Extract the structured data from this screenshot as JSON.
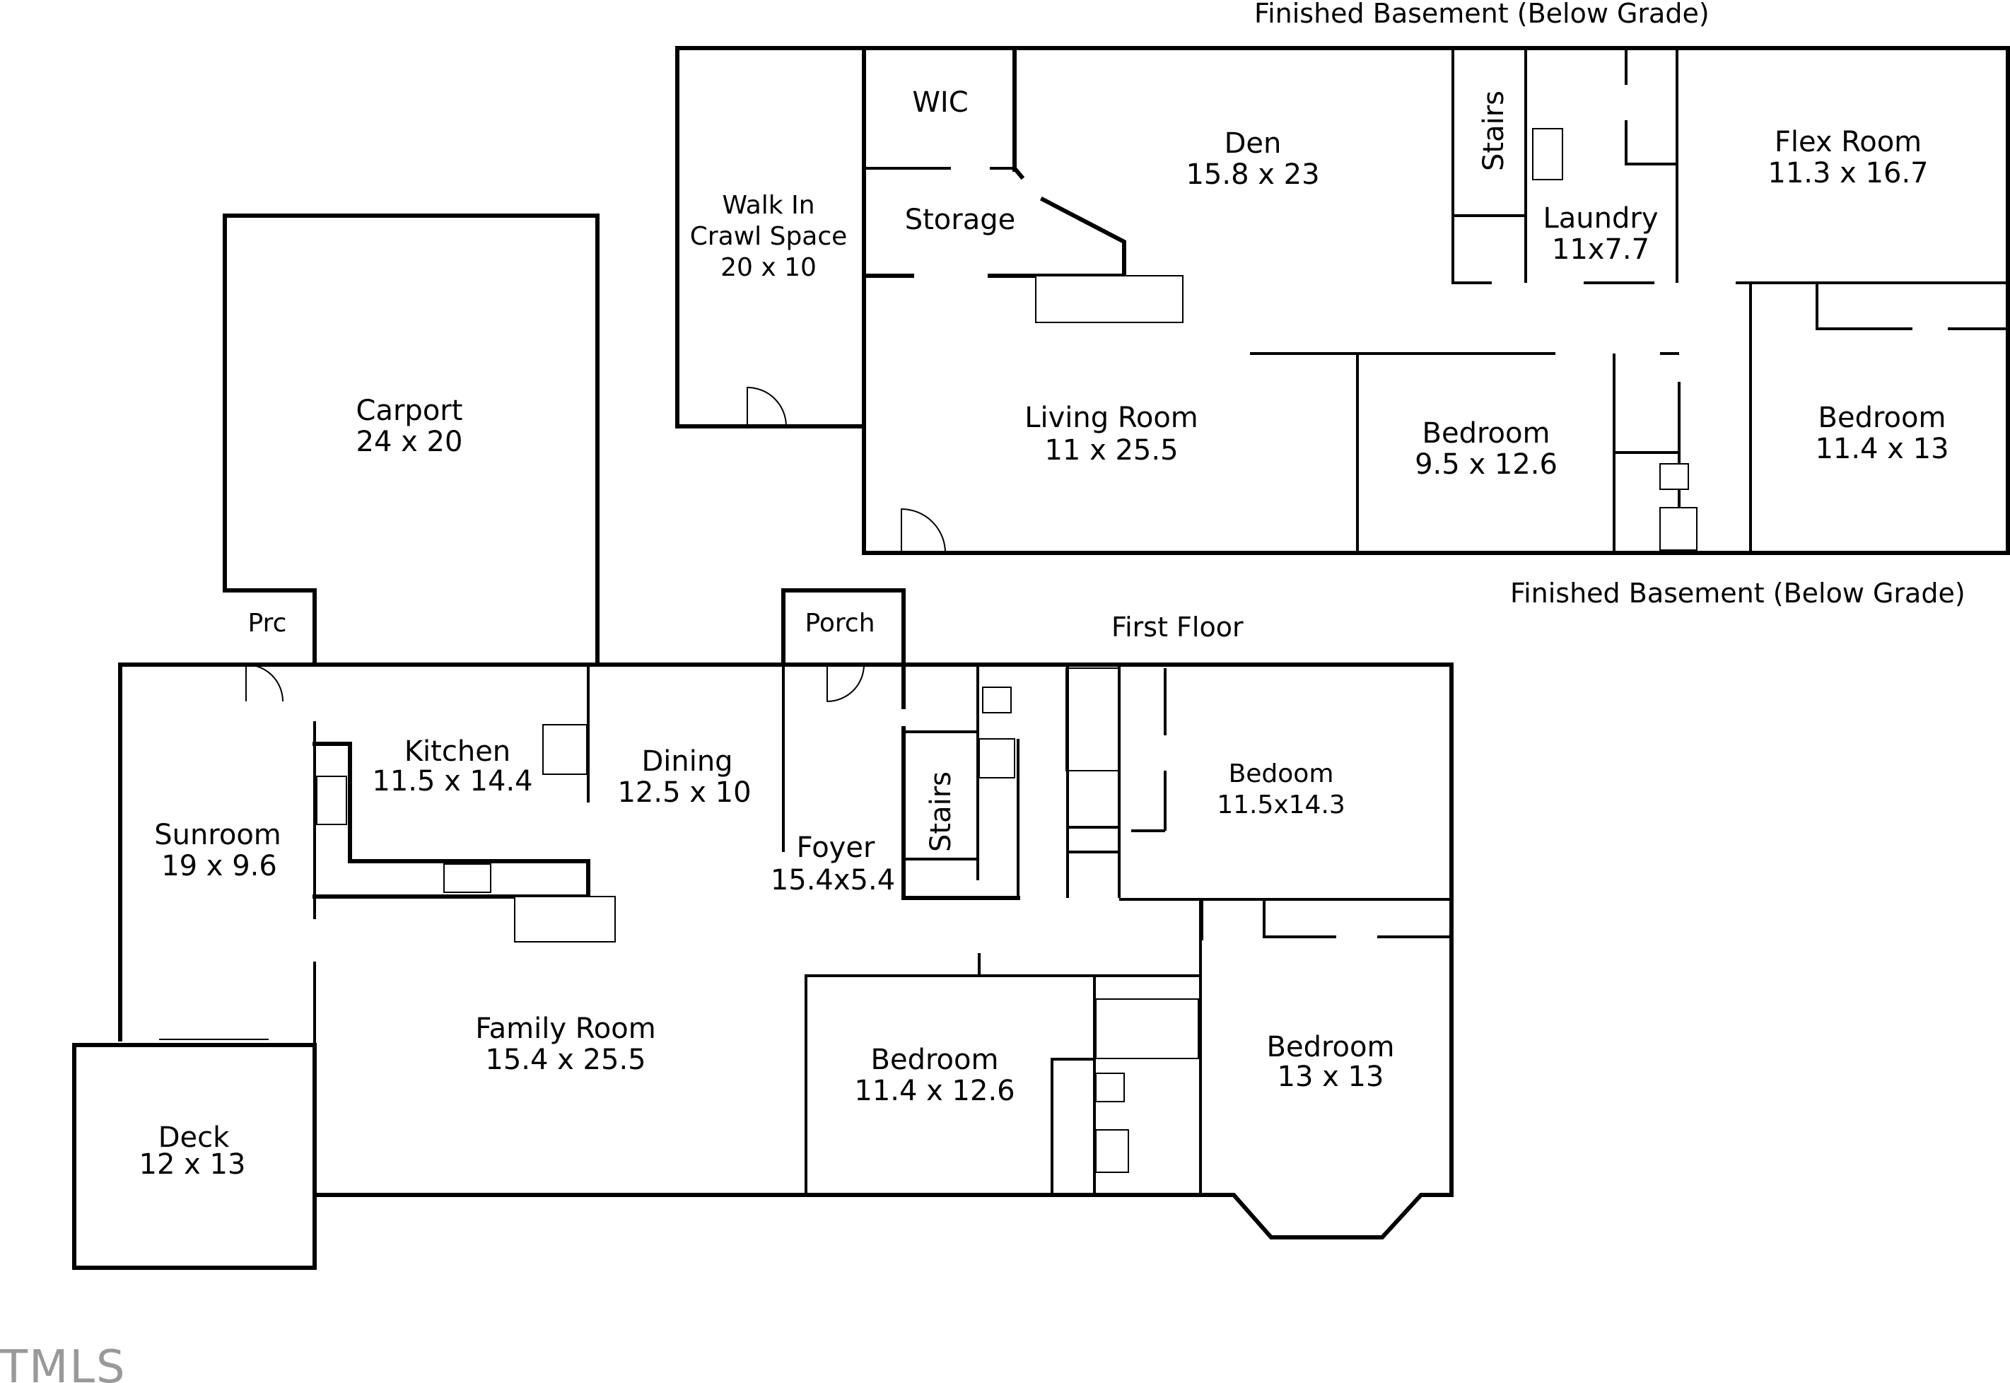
{
  "titles": {
    "basement_top": "Finished Basement (Below Grade)",
    "basement_bottom": "Finished Basement (Below Grade)",
    "first_floor": "First Floor"
  },
  "basement_rooms": {
    "wic": "WIC",
    "crawl_1": "Walk In",
    "crawl_2": "Crawl Space",
    "crawl_3": "20 x 10",
    "storage": "Storage",
    "den_name": "Den",
    "den_size": "15.8 x 23",
    "stairs": "Stairs",
    "laundry_name": "Laundry",
    "laundry_size": "11x7.7",
    "flex_name": "Flex Room",
    "flex_size": "11.3 x 16.7",
    "living_name": "Living Room",
    "living_size": "11 x 25.5",
    "bed1_name": "Bedroom",
    "bed1_size": "9.5 x 12.6",
    "bed2_name": "Bedroom",
    "bed2_size": "11.4 x 13"
  },
  "first_floor_rooms": {
    "carport_name": "Carport",
    "carport_size": "24 x 20",
    "prc": "Prc",
    "porch": "Porch",
    "kitchen_name": "Kitchen",
    "kitchen_size": "11.5 x 14.4",
    "dining_name": "Dining",
    "dining_size": "12.5 x 10",
    "sunroom_name": "Sunroom",
    "sunroom_size": "19 x 9.6",
    "foyer_name": "Foyer",
    "foyer_size": "15.4x5.4",
    "stairs": "Stairs",
    "bed_tr_name": "Bedoom",
    "bed_tr_size": "11.5x14.3",
    "family_name": "Family Room",
    "family_size": "15.4 x 25.5",
    "bed_mid_name": "Bedroom",
    "bed_mid_size": "11.4 x 12.6",
    "bed_br_name": "Bedroom",
    "bed_br_size": "13 x 13",
    "deck_name": "Deck",
    "deck_size": "12 x 13"
  },
  "watermark": "TMLS"
}
